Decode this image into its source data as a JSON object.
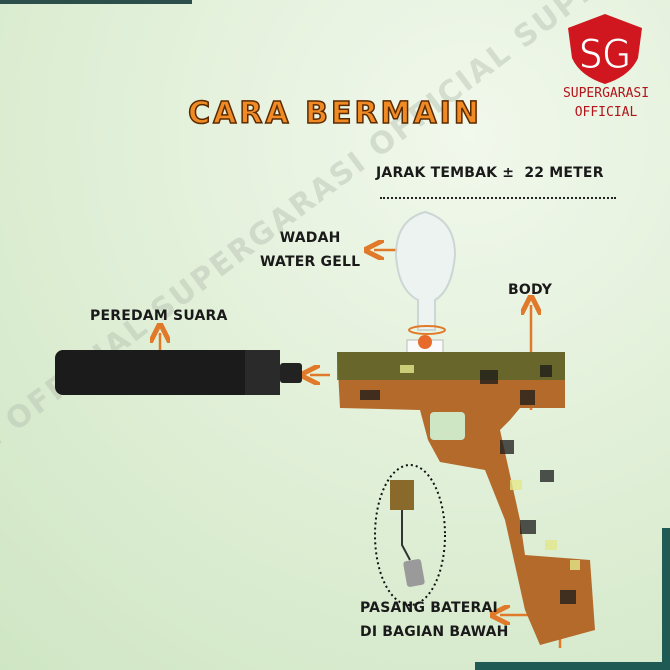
{
  "title": "CARA BERMAIN",
  "logo": {
    "monogram": "SG",
    "line1": "SUPERGARASI",
    "line2": "OFFICIAL",
    "color": "#d0171f"
  },
  "watermark": "SI OFFICIAL SUPERGARASI OFFICIAL SUPERG",
  "range_label": "JARAK TEMBAK ±  22 METER",
  "labels": {
    "container_line1": "WADAH",
    "container_line2": "WATER GELL",
    "body": "BODY",
    "silencer": "PEREDAM SUARA",
    "battery_line1": "PASANG BATERAI",
    "battery_line2": "DI BAGIAN BAWAH"
  },
  "colors": {
    "accent": "#f08a24",
    "arrow": "#e07a2a",
    "frame": "#1f5a55"
  }
}
